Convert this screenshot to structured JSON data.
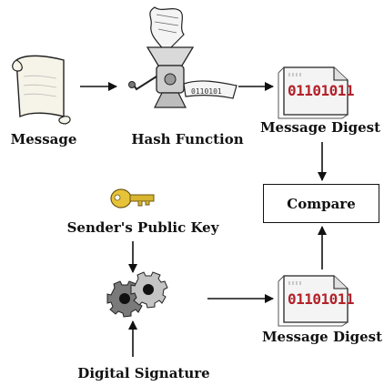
{
  "labels": {
    "message": "Message",
    "hash_function": "Hash Function",
    "digest_top": "Message Digest",
    "compare": "Compare",
    "public_key": "Sender's Public Key",
    "digest_bottom": "Message Digest",
    "digital_signature": "Digital Signature"
  },
  "digest_bits_top": "01101011",
  "digest_bits_bottom": "01101011",
  "colors": {
    "bits": "#b3222a",
    "key": "#e7c33a",
    "gear_dark": "#6b6b6b",
    "gear_light": "#bdbdbd",
    "ink": "#111111"
  },
  "icons": [
    "scroll-icon",
    "meat-grinder-icon",
    "digest-document-icon",
    "key-icon",
    "gears-icon"
  ]
}
